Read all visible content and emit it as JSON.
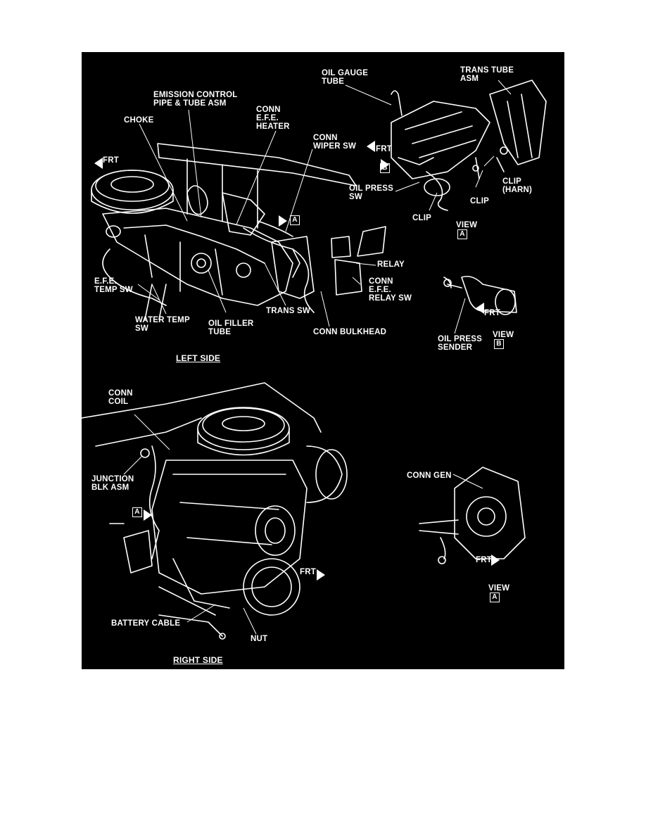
{
  "labels": {
    "oil_gauge_tube": [
      "OIL GAUGE",
      "TUBE"
    ],
    "trans_tube": [
      "TRANS TUBE",
      "ASM"
    ],
    "emission": [
      "EMISSION CONTROL",
      "PIPE & TUBE ASM"
    ],
    "conn_efe_heater": [
      "CONN",
      "E.F.E.",
      "HEATER"
    ],
    "choke": "CHOKE",
    "conn_wiper": [
      "CONN",
      "WIPER SW"
    ],
    "frt": "FRT",
    "oil_press_sw": [
      "OIL PRESS",
      "SW"
    ],
    "clip": "CLIP",
    "clip_harn": [
      "CLIP",
      "(HARN)"
    ],
    "view": "VIEW",
    "box_a": "A",
    "box_b": "B",
    "relay": "RELAY",
    "conn_efe_relay": [
      "CONN",
      "E.F.E.",
      "RELAY SW"
    ],
    "efe_temp": [
      "E.F.E.",
      "TEMP SW"
    ],
    "water_temp": [
      "WATER TEMP",
      "SW"
    ],
    "oil_filler": [
      "OIL FILLER",
      "TUBE"
    ],
    "trans_sw": "TRANS SW",
    "conn_bulkhead": "CONN BULKHEAD",
    "oil_press_sender": [
      "OIL PRESS",
      "SENDER"
    ],
    "left_side": "LEFT SIDE",
    "conn_coil": [
      "CONN",
      "COIL"
    ],
    "junction": [
      "JUNCTION",
      "BLK ASM"
    ],
    "conn_gen": "CONN GEN",
    "battery_cable": "BATTERY CABLE",
    "nut": "NUT",
    "right_side": "RIGHT SIDE"
  }
}
